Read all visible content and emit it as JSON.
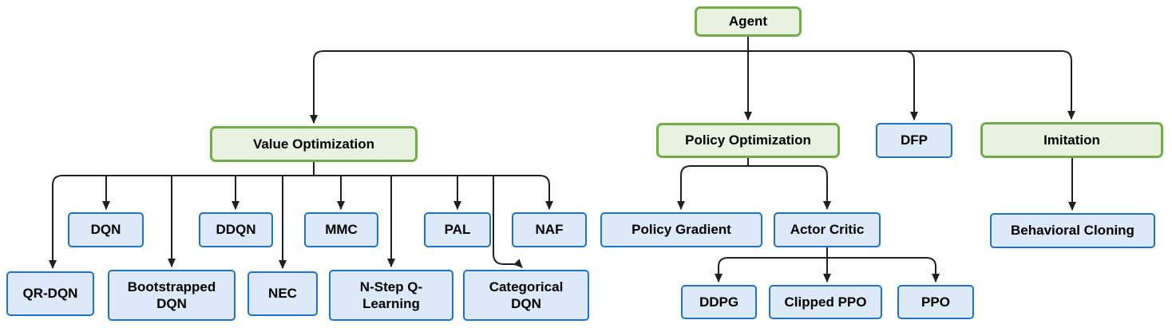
{
  "colors": {
    "green_border": "#70ad47",
    "green_fill": "#e9f2e0",
    "blue_border": "#2173c2",
    "blue_fill": "#dbe9f8",
    "line": "#1f1f1f",
    "text": "#000000",
    "background": "#ffffff"
  },
  "nodes": {
    "agent": {
      "label": "Agent"
    },
    "value_optimization": {
      "label": "Value Optimization"
    },
    "policy_optimization": {
      "label": "Policy Optimization"
    },
    "dfp": {
      "label": "DFP"
    },
    "imitation": {
      "label": "Imitation"
    },
    "dqn": {
      "label": "DQN"
    },
    "ddqn": {
      "label": "DDQN"
    },
    "mmc": {
      "label": "MMC"
    },
    "pal": {
      "label": "PAL"
    },
    "naf": {
      "label": "NAF"
    },
    "qr_dqn": {
      "label": "QR-DQN"
    },
    "bootstrapped_dqn": {
      "label": "Bootstrapped DQN"
    },
    "nec": {
      "label": "NEC"
    },
    "n_step_q_learning": {
      "label": "N-Step Q-Learning"
    },
    "categorical_dqn": {
      "label": "Categorical DQN"
    },
    "policy_gradient": {
      "label": "Policy Gradient"
    },
    "actor_critic": {
      "label": "Actor Critic"
    },
    "behavioral_cloning": {
      "label": "Behavioral Cloning"
    },
    "ddpg": {
      "label": "DDPG"
    },
    "clipped_ppo": {
      "label": "Clipped PPO"
    },
    "ppo": {
      "label": "PPO"
    }
  },
  "edges": [
    {
      "from": "agent",
      "to": "value_optimization"
    },
    {
      "from": "agent",
      "to": "policy_optimization"
    },
    {
      "from": "agent",
      "to": "dfp"
    },
    {
      "from": "agent",
      "to": "imitation"
    },
    {
      "from": "value_optimization",
      "to": "dqn"
    },
    {
      "from": "value_optimization",
      "to": "ddqn"
    },
    {
      "from": "value_optimization",
      "to": "mmc"
    },
    {
      "from": "value_optimization",
      "to": "pal"
    },
    {
      "from": "value_optimization",
      "to": "naf"
    },
    {
      "from": "value_optimization",
      "to": "qr_dqn"
    },
    {
      "from": "value_optimization",
      "to": "bootstrapped_dqn"
    },
    {
      "from": "value_optimization",
      "to": "nec"
    },
    {
      "from": "value_optimization",
      "to": "n_step_q_learning"
    },
    {
      "from": "value_optimization",
      "to": "categorical_dqn"
    },
    {
      "from": "policy_optimization",
      "to": "policy_gradient"
    },
    {
      "from": "policy_optimization",
      "to": "actor_critic"
    },
    {
      "from": "actor_critic",
      "to": "ddpg"
    },
    {
      "from": "actor_critic",
      "to": "clipped_ppo"
    },
    {
      "from": "actor_critic",
      "to": "ppo"
    },
    {
      "from": "imitation",
      "to": "behavioral_cloning"
    }
  ]
}
